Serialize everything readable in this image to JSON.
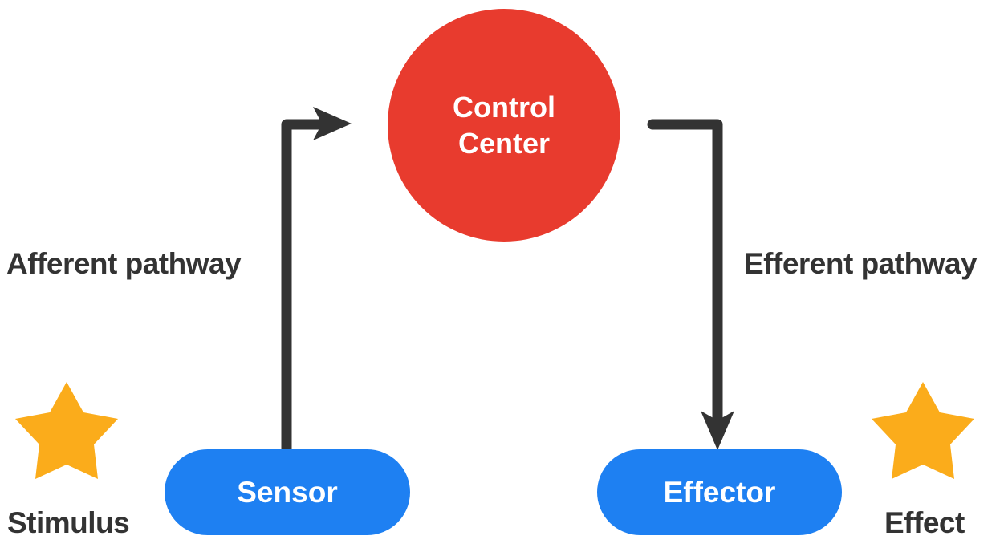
{
  "diagram": {
    "nodes": {
      "control_center": {
        "label": "Control Center"
      },
      "sensor": {
        "label": "Sensor"
      },
      "effector": {
        "label": "Effector"
      }
    },
    "pathways": {
      "afferent": {
        "label": "Afferent pathway"
      },
      "efferent": {
        "label": "Efferent pathway"
      }
    },
    "captions": {
      "stimulus": {
        "label": "Stimulus"
      },
      "effect": {
        "label": "Effect"
      }
    },
    "icons": {
      "stimulus": "star-icon",
      "effect": "star-icon"
    },
    "colors": {
      "control_center_red": "#e83b2e",
      "node_blue": "#1e80f2",
      "star_orange": "#fbac1b",
      "arrow_dark": "#333333",
      "label_text": "#333333",
      "node_text": "#ffffff",
      "background": "#ffffff"
    }
  }
}
